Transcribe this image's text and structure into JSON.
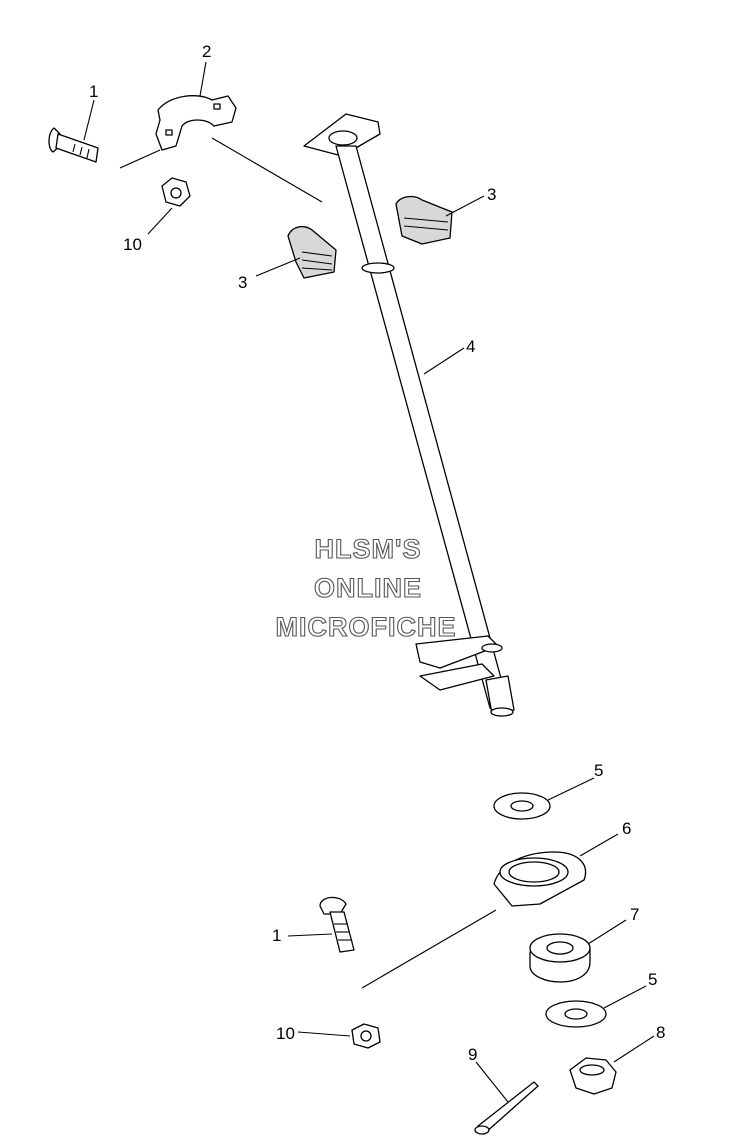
{
  "watermark": {
    "line1": "HLSM'S",
    "line2": "ONLINE",
    "line3": "MICROFICHE"
  },
  "callouts": {
    "c1_top": "1",
    "c2": "2",
    "c3_right": "3",
    "c3_left": "3",
    "c4": "4",
    "c10_top": "10",
    "c5_top": "5",
    "c6": "6",
    "c1_bottom": "1",
    "c7": "7",
    "c5_bottom": "5",
    "c10_bottom": "10",
    "c8": "8",
    "c9": "9"
  }
}
